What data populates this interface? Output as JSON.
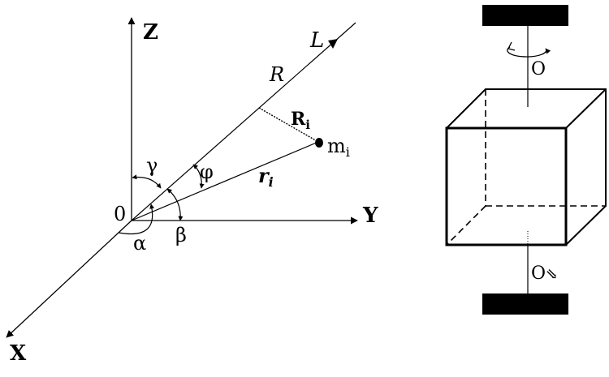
{
  "axes": {
    "z_label": "Z",
    "y_label": "Y",
    "x_label": "X",
    "origin_label": "0"
  },
  "line": {
    "label": "L",
    "segment_label": "R"
  },
  "mass": {
    "name": "m",
    "subscript": "i"
  },
  "vectors": {
    "perp_name": "R",
    "perp_sub": "i",
    "radius_name": "r",
    "radius_sub": "i"
  },
  "angles": {
    "alpha": "α",
    "beta": "β",
    "gamma": "γ",
    "phi": "φ"
  },
  "cube": {
    "top_axis_label": "O",
    "bottom_axis_label": "O",
    "bottom_axis_mark": "⇘"
  }
}
